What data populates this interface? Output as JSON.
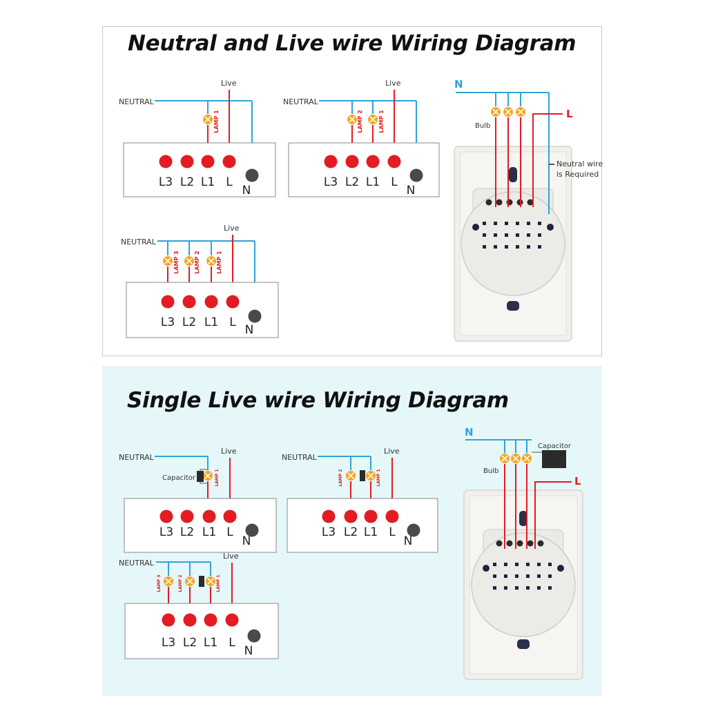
{
  "colors": {
    "neutral_wire": "#2ea3dc",
    "live_wire": "#e31b23",
    "lamp": "#f5a623",
    "n_terminal": "#4a4a4a",
    "label_text": "#333333",
    "bottom_panel_bg": "#e6f7f9"
  },
  "sections": {
    "neutral_live": {
      "title": "Neutral and Live wire Wiring Diagram",
      "neutral_label": "NEUTRAL",
      "live_label": "Live",
      "terminals": [
        "L3",
        "L2",
        "L1",
        "L",
        "N"
      ],
      "lamp_labels": [
        "LAMP 1",
        "LAMP 2",
        "LAMP 3"
      ],
      "photo": {
        "n_label": "N",
        "l_label": "L",
        "bulb_label": "Bulb",
        "note_line1": "Neutral wire",
        "note_line2": "is Required"
      }
    },
    "single_live": {
      "title": "Single Live wire Wiring Diagram",
      "neutral_label": "NEUTRAL",
      "live_label": "Live",
      "capacitor_label": "Capacitor",
      "terminals": [
        "L3",
        "L2",
        "L1",
        "L",
        "N"
      ],
      "lamp_labels": [
        "LAMP 1",
        "LAMP 2",
        "LAMP 3"
      ],
      "photo": {
        "n_label": "N",
        "l_label": "L",
        "bulb_label": "Bulb",
        "capacitor_label": "Capacitor"
      }
    }
  }
}
